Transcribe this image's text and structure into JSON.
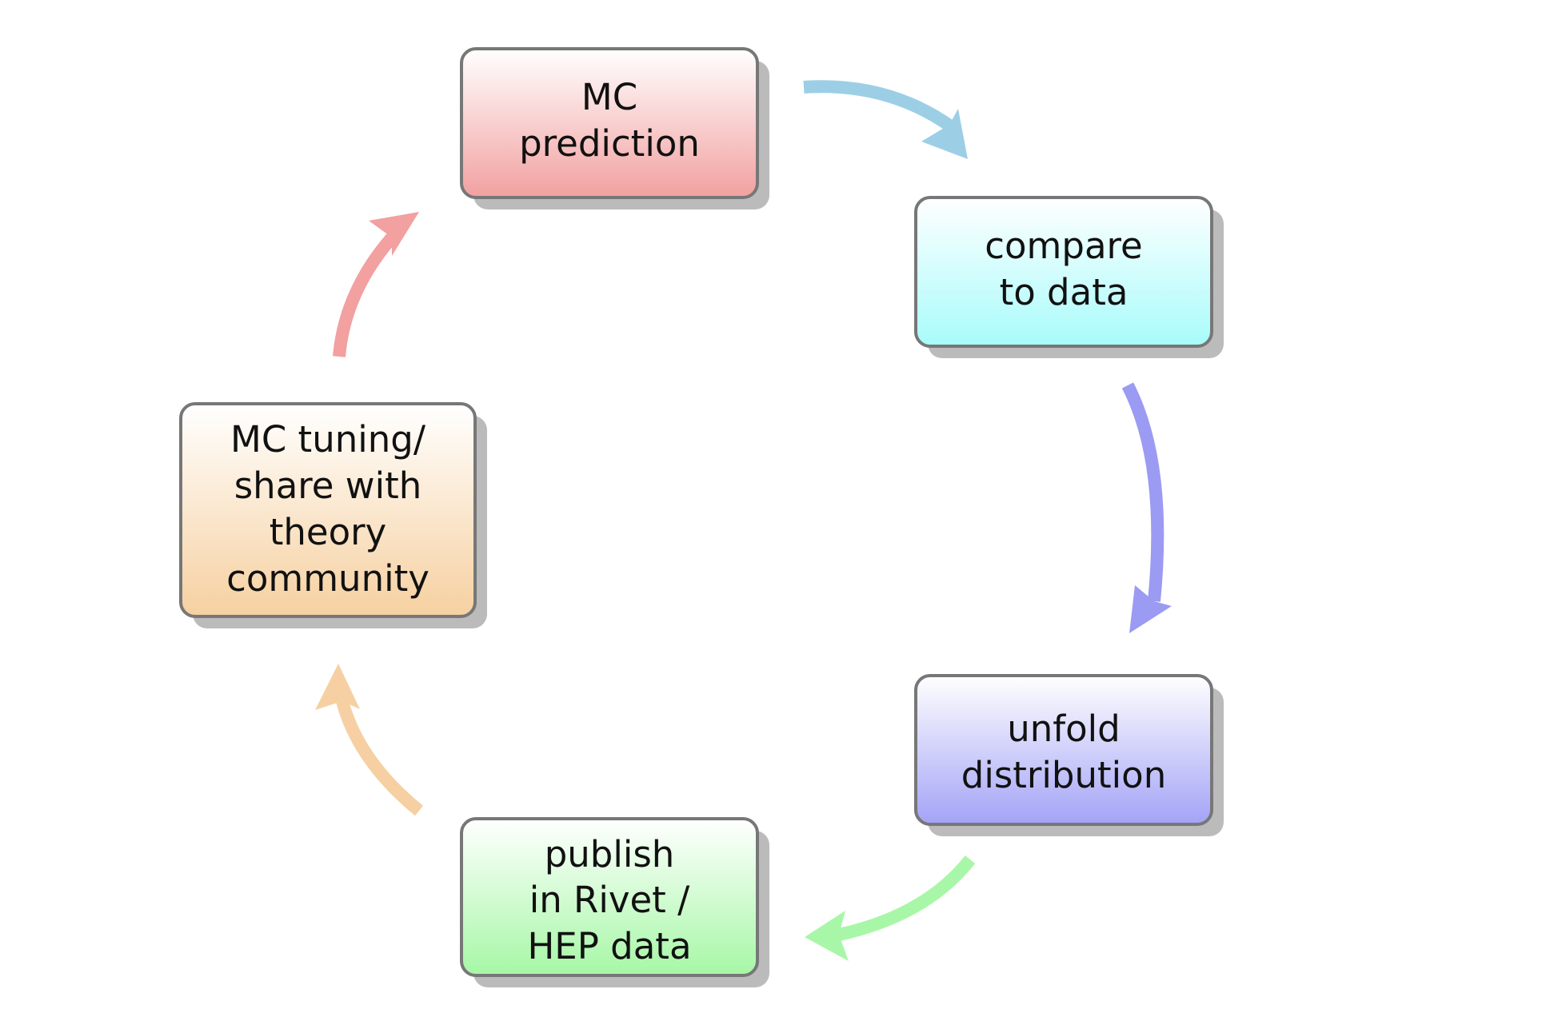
{
  "nodes": [
    {
      "id": "mc-prediction",
      "lines": [
        "MC",
        "prediction"
      ],
      "color_top": "#ffffff",
      "color_bottom": "#f2a0a0"
    },
    {
      "id": "compare-to-data",
      "lines": [
        "compare",
        "to data"
      ],
      "color_top": "#ffffff",
      "color_bottom": "#a8fbfb"
    },
    {
      "id": "unfold-distribution",
      "lines": [
        "unfold",
        "distribution"
      ],
      "color_top": "#ffffff",
      "color_bottom": "#a3a3f7"
    },
    {
      "id": "publish",
      "lines": [
        "publish",
        "in Rivet /",
        "HEP data"
      ],
      "color_top": "#ffffff",
      "color_bottom": "#a6f7a6"
    },
    {
      "id": "mc-tuning",
      "lines": [
        "MC tuning/",
        "share with",
        "theory",
        "community"
      ],
      "color_top": "#ffffff",
      "color_bottom": "#f6d0a0"
    }
  ],
  "arrows": [
    {
      "from": "mc-prediction",
      "to": "compare-to-data",
      "color": "#9ccfe6"
    },
    {
      "from": "compare-to-data",
      "to": "unfold-distribution",
      "color": "#9b9bf3"
    },
    {
      "from": "unfold-distribution",
      "to": "publish",
      "color": "#a8f7a8"
    },
    {
      "from": "publish",
      "to": "mc-tuning",
      "color": "#f6d0a2"
    },
    {
      "from": "mc-tuning",
      "to": "mc-prediction",
      "color": "#f2a0a0"
    }
  ],
  "style": {
    "box_border": "#777777",
    "shadow": "#bbbbbb"
  }
}
